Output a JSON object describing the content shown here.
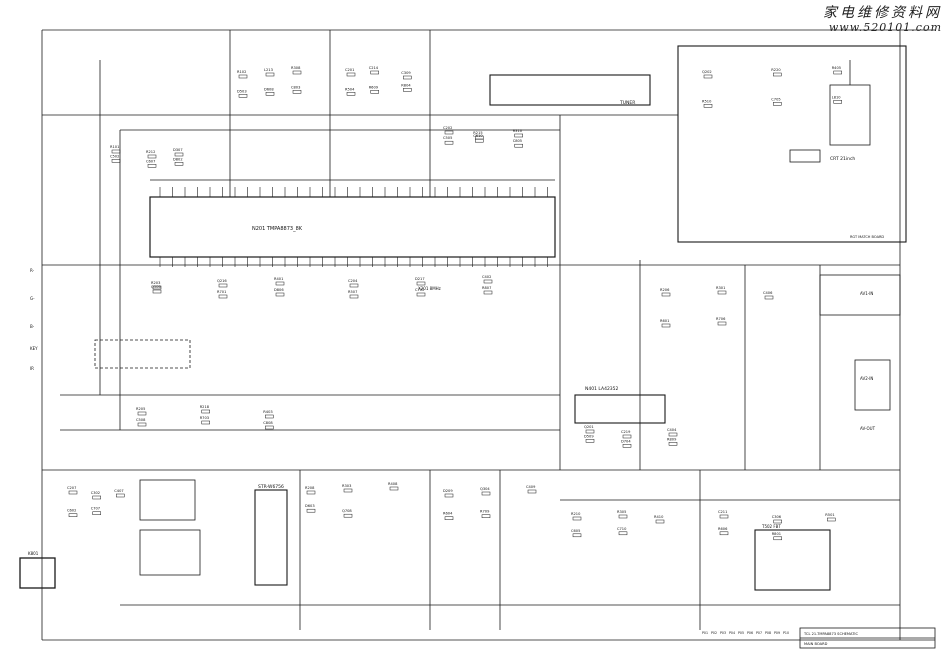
{
  "watermark": {
    "title": "家电维修资料网",
    "url": "www.520101.com"
  },
  "ic_main": "N201  TMPA8873_8K",
  "ic_power": "STR-W6756",
  "ic_audio": "N401  LA42352",
  "crt_board": "CRT 21inch",
  "crt_board_note": "RGT MATCH BOARD",
  "tuner_label": "TUNER",
  "av_board_labels": [
    "AV1-IN",
    "AV2-IN",
    "AV-OUT"
  ],
  "left_labels": [
    "R-",
    "G-",
    "B-",
    "KEY",
    "IR"
  ],
  "xtal": "X201  8MHz",
  "fbt": "T502  FBT",
  "relay": "K801",
  "title_block": {
    "model": "TCL 21-TMPA8873  SCHEMATIC",
    "sheet": "MAIN BOARD"
  },
  "part_tags": [
    "R101",
    "R102",
    "C201",
    "C202",
    "R203",
    "C204",
    "R205",
    "Q201",
    "Q202",
    "R206",
    "C207",
    "R208",
    "D209",
    "R210",
    "C211",
    "R212",
    "L213",
    "C214",
    "R215",
    "Q216",
    "D217",
    "R218",
    "C219",
    "R220",
    "R301",
    "C302",
    "R303",
    "Q304",
    "R305",
    "C306",
    "D307",
    "R308",
    "C309",
    "R310",
    "R401",
    "C402",
    "R403",
    "C404",
    "R405",
    "C406",
    "C407",
    "R408",
    "C409",
    "R410",
    "R501",
    "C502",
    "D503",
    "R504",
    "C505",
    "Q506",
    "R507",
    "C508",
    "D509",
    "R510",
    "R601",
    "C602",
    "D603",
    "R604",
    "C605",
    "R606",
    "C607",
    "D608",
    "R609",
    "C610",
    "R701",
    "C702",
    "R703",
    "D704",
    "C705",
    "R706",
    "C707",
    "Q708",
    "R709",
    "C710",
    "R801",
    "D802",
    "C803",
    "R804",
    "C805",
    "D806",
    "R807",
    "C808",
    "R809",
    "L810"
  ],
  "bottom_strip_tags": [
    "P01",
    "P02",
    "P03",
    "P04",
    "P05",
    "P06",
    "P07",
    "P08",
    "P09",
    "P10"
  ]
}
